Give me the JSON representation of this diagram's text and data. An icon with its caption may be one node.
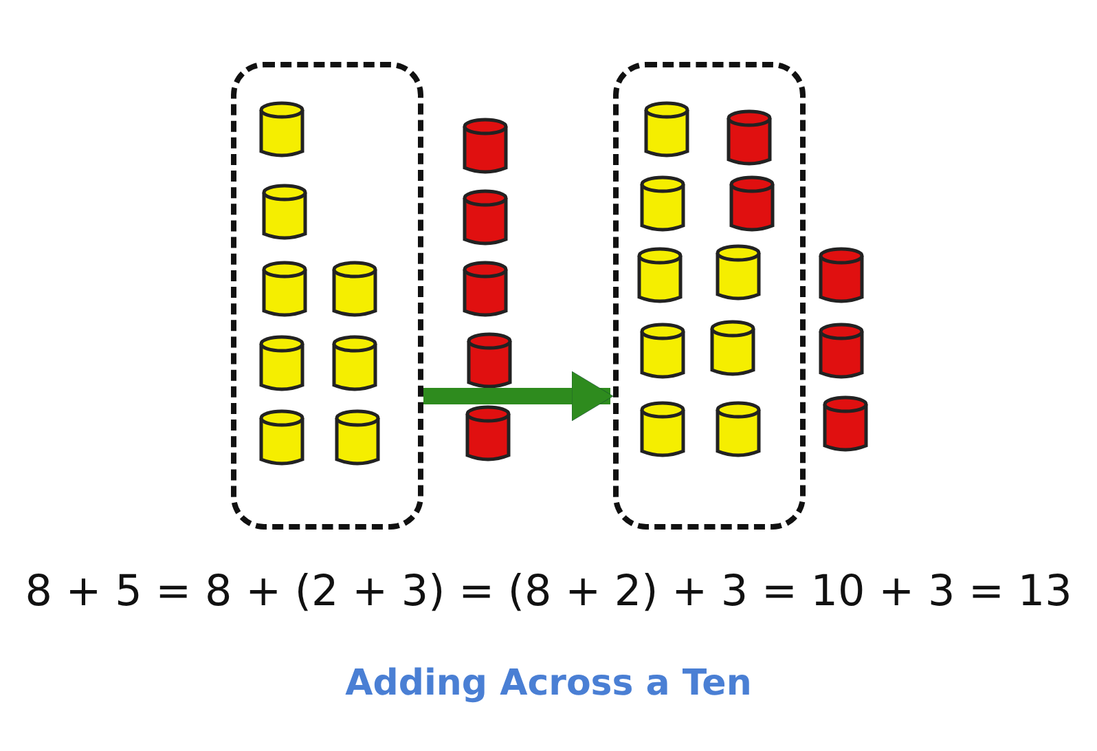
{
  "diagram": {
    "caption": "Adding Across a Ten",
    "nodes": [
      {
        "text": [],
        "shape": "box"
      },
      {
        "text": [],
        "shape": "box"
      }
    ],
    "edges": [
      {
        "from": 0,
        "to": 1,
        "arrow": "to",
        "color": "#2e8b1e"
      }
    ],
    "labels": [
      "8 + 5 = 8 + (2 + 3) = (8 + 2) + 3 = 10 + 3 = 13"
    ]
  }
}
